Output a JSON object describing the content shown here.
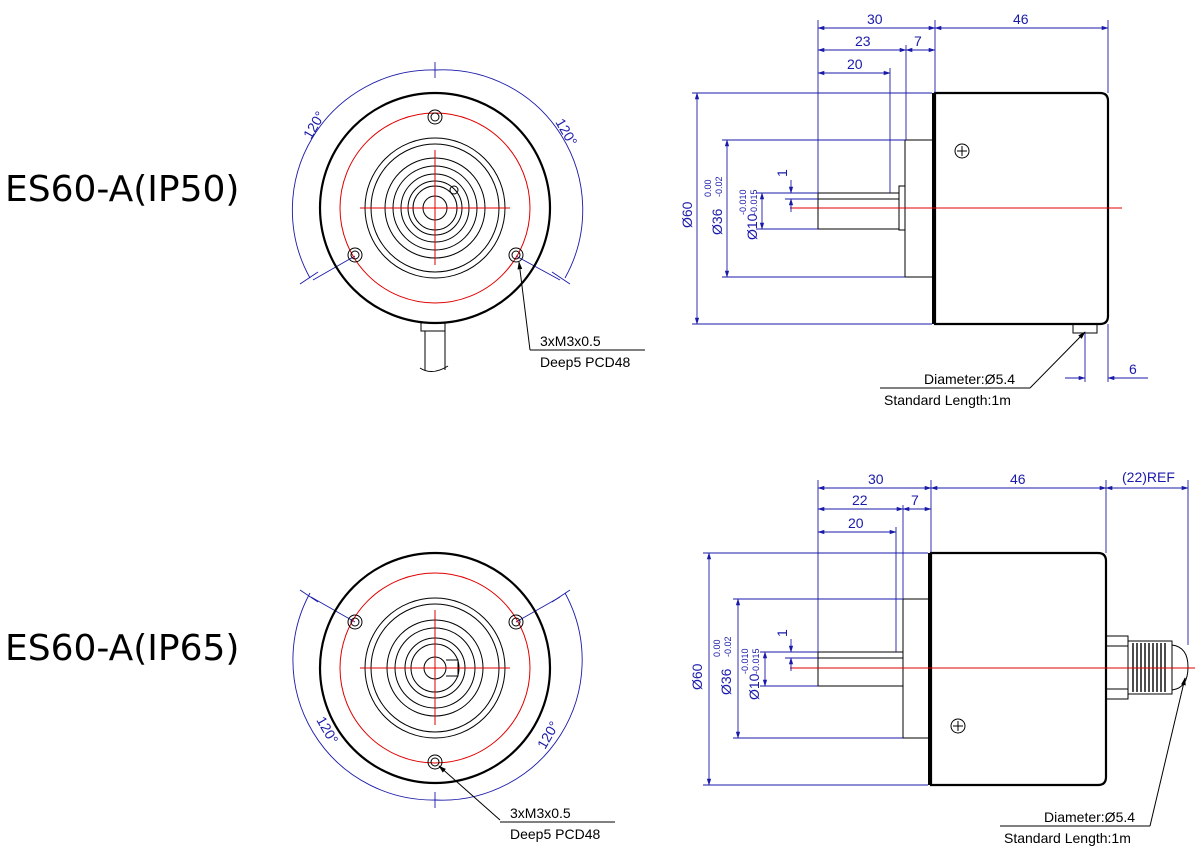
{
  "variants": [
    {
      "title": "ES60-A(IP50)",
      "front_view": {
        "angle_left": "120°",
        "angle_right": "120°",
        "thread_note": "3xM3x0.5",
        "depth_note": "Deep5 PCD48"
      },
      "side_view": {
        "dim_overall_shaft": "30",
        "dim_body": "46",
        "dim_shaft_a": "23",
        "dim_shaft_b": "7",
        "dim_shaft_c": "20",
        "dim_body_dia": "Ø60",
        "dim_pilot_dia": "Ø36",
        "dim_pilot_tol_upper": "0.00",
        "dim_pilot_tol_lower": "-0.02",
        "dim_shaft_dia": "Ø10",
        "dim_shaft_tol_upper": "-0.010",
        "dim_shaft_tol_lower": "-0.015",
        "dim_flat": "1",
        "dim_cable_offset": "6",
        "cable_diameter": "Diameter:Ø5.4",
        "cable_length": "Standard Length:1m"
      }
    },
    {
      "title": "ES60-A(IP65)",
      "front_view": {
        "angle_left": "120°",
        "angle_right": "120°",
        "thread_note": "3xM3x0.5",
        "depth_note": "Deep5 PCD48"
      },
      "side_view": {
        "dim_overall_shaft": "30",
        "dim_body": "46",
        "dim_ref": "(22)REF",
        "dim_shaft_a": "22",
        "dim_shaft_b": "7",
        "dim_shaft_c": "20",
        "dim_body_dia": "Ø60",
        "dim_pilot_dia": "Ø36",
        "dim_pilot_tol_upper": "0.00",
        "dim_pilot_tol_lower": "-0.02",
        "dim_shaft_dia": "Ø10",
        "dim_shaft_tol_upper": "-0.010",
        "dim_shaft_tol_lower": "-0.015",
        "dim_flat": "1",
        "cable_diameter": "Diameter:Ø5.4",
        "cable_length": "Standard Length:1m"
      }
    }
  ],
  "colors": {
    "outline": "#000000",
    "centerline": "#e00000",
    "dimension": "#1a1aaa"
  }
}
